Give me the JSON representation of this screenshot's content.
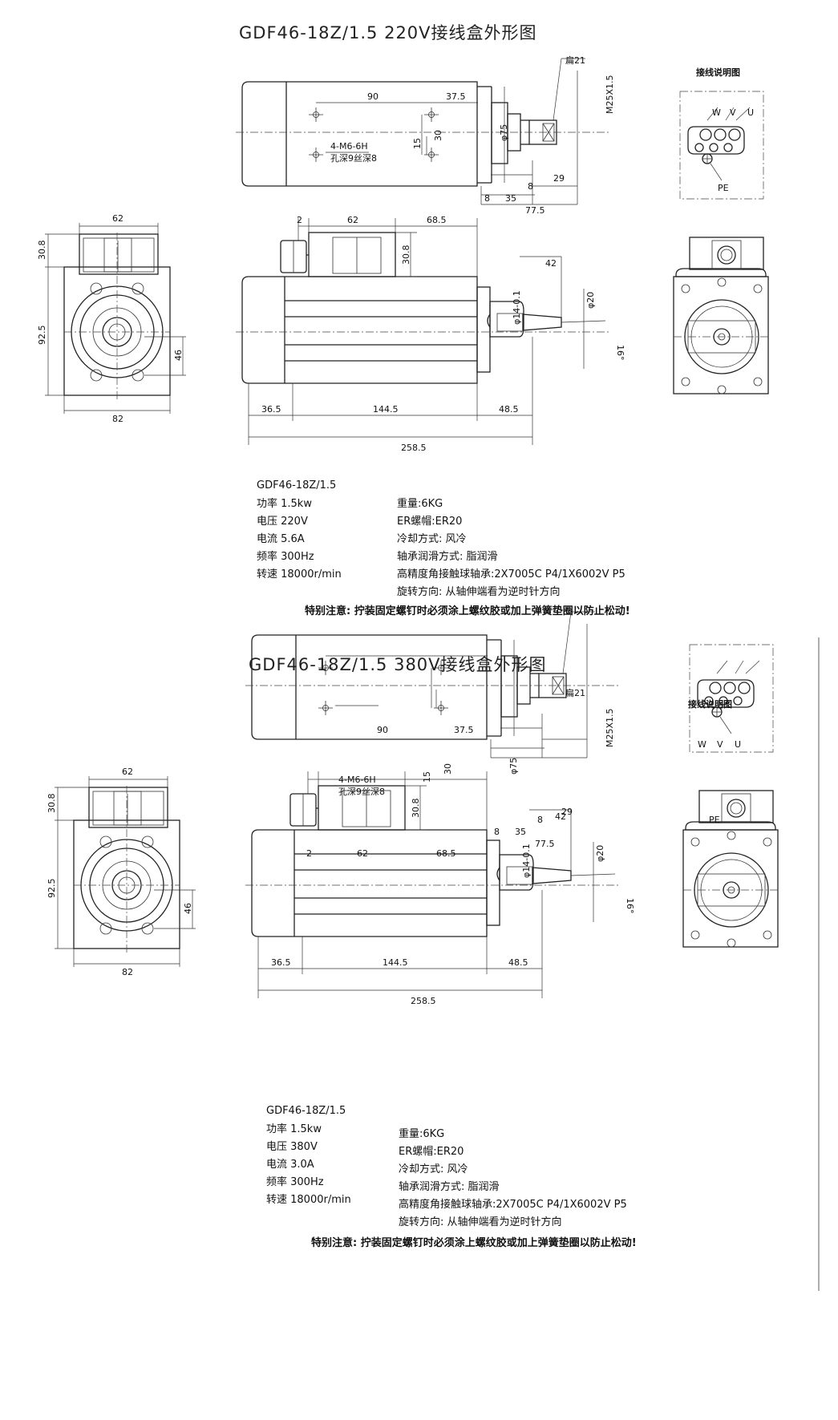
{
  "sheets": [
    {
      "title": "GDF46-18Z/1.5  220V接线盒外形图",
      "wiring_title": "接线说明图",
      "wiring_labels": [
        "W",
        "V",
        "U",
        "PE"
      ],
      "dims": {
        "flat": "扁21",
        "thread": "M25X1.5",
        "top_90": "90",
        "top_37_5": "37.5",
        "bolt_15": "15",
        "bolt_30": "30",
        "hole_spec": "4-M6-6H",
        "hole_depth": "孔深9丝深8",
        "dia_75": "φ75",
        "d8a": "8",
        "d8b": "8",
        "d29": "29",
        "d35": "35",
        "d77_5": "77.5",
        "d2": "2",
        "d62": "62",
        "d68_5": "68.5",
        "d30_8": "30.8",
        "d42": "42",
        "d14": "φ14-0.1",
        "d20": "φ20",
        "d16": "16°",
        "d36_5": "36.5",
        "d144_5": "144.5",
        "d48_5": "48.5",
        "d258_5": "258.5",
        "f62": "62",
        "f30_8": "30.8",
        "f92_5": "92.5",
        "f46": "46",
        "f82": "82"
      },
      "specs": {
        "model": "GDF46-18Z/1.5",
        "left": [
          "功率 1.5kw",
          "电压 220V",
          "电流 5.6A",
          "频率 300Hz",
          "转速 18000r/min"
        ],
        "right": [
          "重量:6KG",
          "ER螺帽:ER20",
          "冷却方式: 风冷",
          "轴承润滑方式: 脂润滑",
          "高精度角接触球轴承:2X7005C P4/1X6002V P5",
          "旋转方向: 从轴伸端看为逆时针方向"
        ],
        "note": "特别注意: 拧装固定螺钉时必须涂上螺纹胶或加上弹簧垫圈以防止松动!"
      }
    },
    {
      "title": "GDF46-18Z/1.5  380V接线盒外形图",
      "wiring_title": "接线说明图",
      "wiring_labels": [
        "W",
        "V",
        "U",
        "PE"
      ],
      "dims": {
        "flat": "扁21",
        "thread": "M25X1.5",
        "top_90": "90",
        "top_37_5": "37.5",
        "bolt_15": "15",
        "bolt_30": "30",
        "hole_spec": "4-M6-6H",
        "hole_depth": "孔深9丝深8",
        "dia_75": "φ75",
        "d8a": "8",
        "d8b": "8",
        "d29": "29",
        "d35": "35",
        "d77_5": "77.5",
        "d2": "2",
        "d62": "62",
        "d68_5": "68.5",
        "d30_8": "30.8",
        "d42": "42",
        "d14": "φ14-0.1",
        "d20": "φ20",
        "d16": "16°",
        "d36_5": "36.5",
        "d144_5": "144.5",
        "d48_5": "48.5",
        "d258_5": "258.5",
        "f62": "62",
        "f30_8": "30.8",
        "f92_5": "92.5",
        "f46": "46",
        "f82": "82"
      },
      "specs": {
        "model": "GDF46-18Z/1.5",
        "left": [
          "功率 1.5kw",
          "电压 380V",
          "电流 3.0A",
          "频率 300Hz",
          "转速 18000r/min"
        ],
        "right": [
          "重量:6KG",
          "ER螺帽:ER20",
          "冷却方式: 风冷",
          "轴承润滑方式: 脂润滑",
          "高精度角接触球轴承:2X7005C P4/1X6002V P5",
          "旋转方向: 从轴伸端看为逆时针方向"
        ],
        "note": "特别注意: 拧装固定螺钉时必须涂上螺纹胶或加上弹簧垫圈以防止松动!"
      }
    }
  ]
}
